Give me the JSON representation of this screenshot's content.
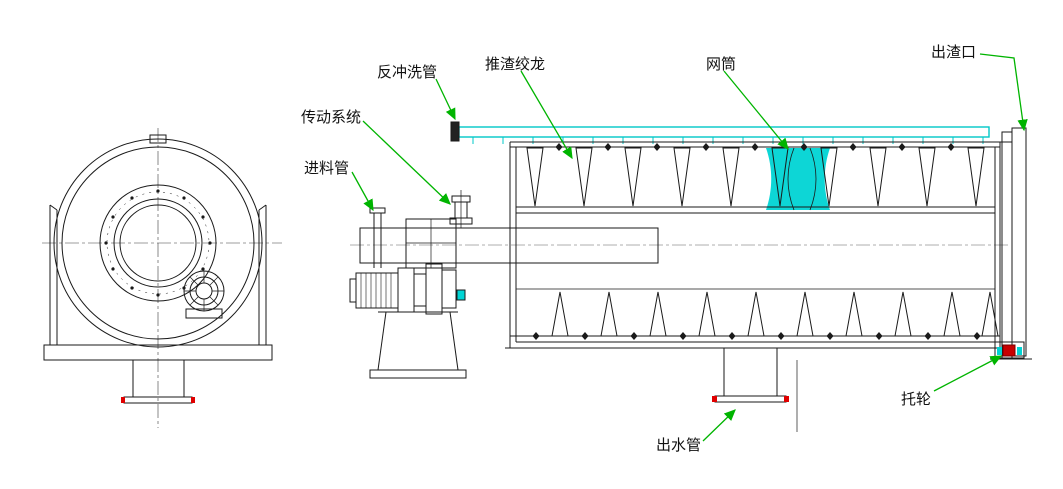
{
  "title": "rotary-drum-screen-engineering-drawing",
  "labels": {
    "backwash_pipe": "反冲洗管",
    "drive_system": "传动系统",
    "feed_pipe": "进料管",
    "push_auger": "推渣绞龙",
    "mesh_drum": "网筒",
    "slag_outlet": "出渣口",
    "support_roller": "托轮",
    "water_outlet": "出水管"
  },
  "colors": {
    "line": "#1a1a1a",
    "leader_green": "#00b400",
    "highlight_cyan": "#00d4d4",
    "accent_red": "#e00000",
    "background": "#ffffff"
  }
}
